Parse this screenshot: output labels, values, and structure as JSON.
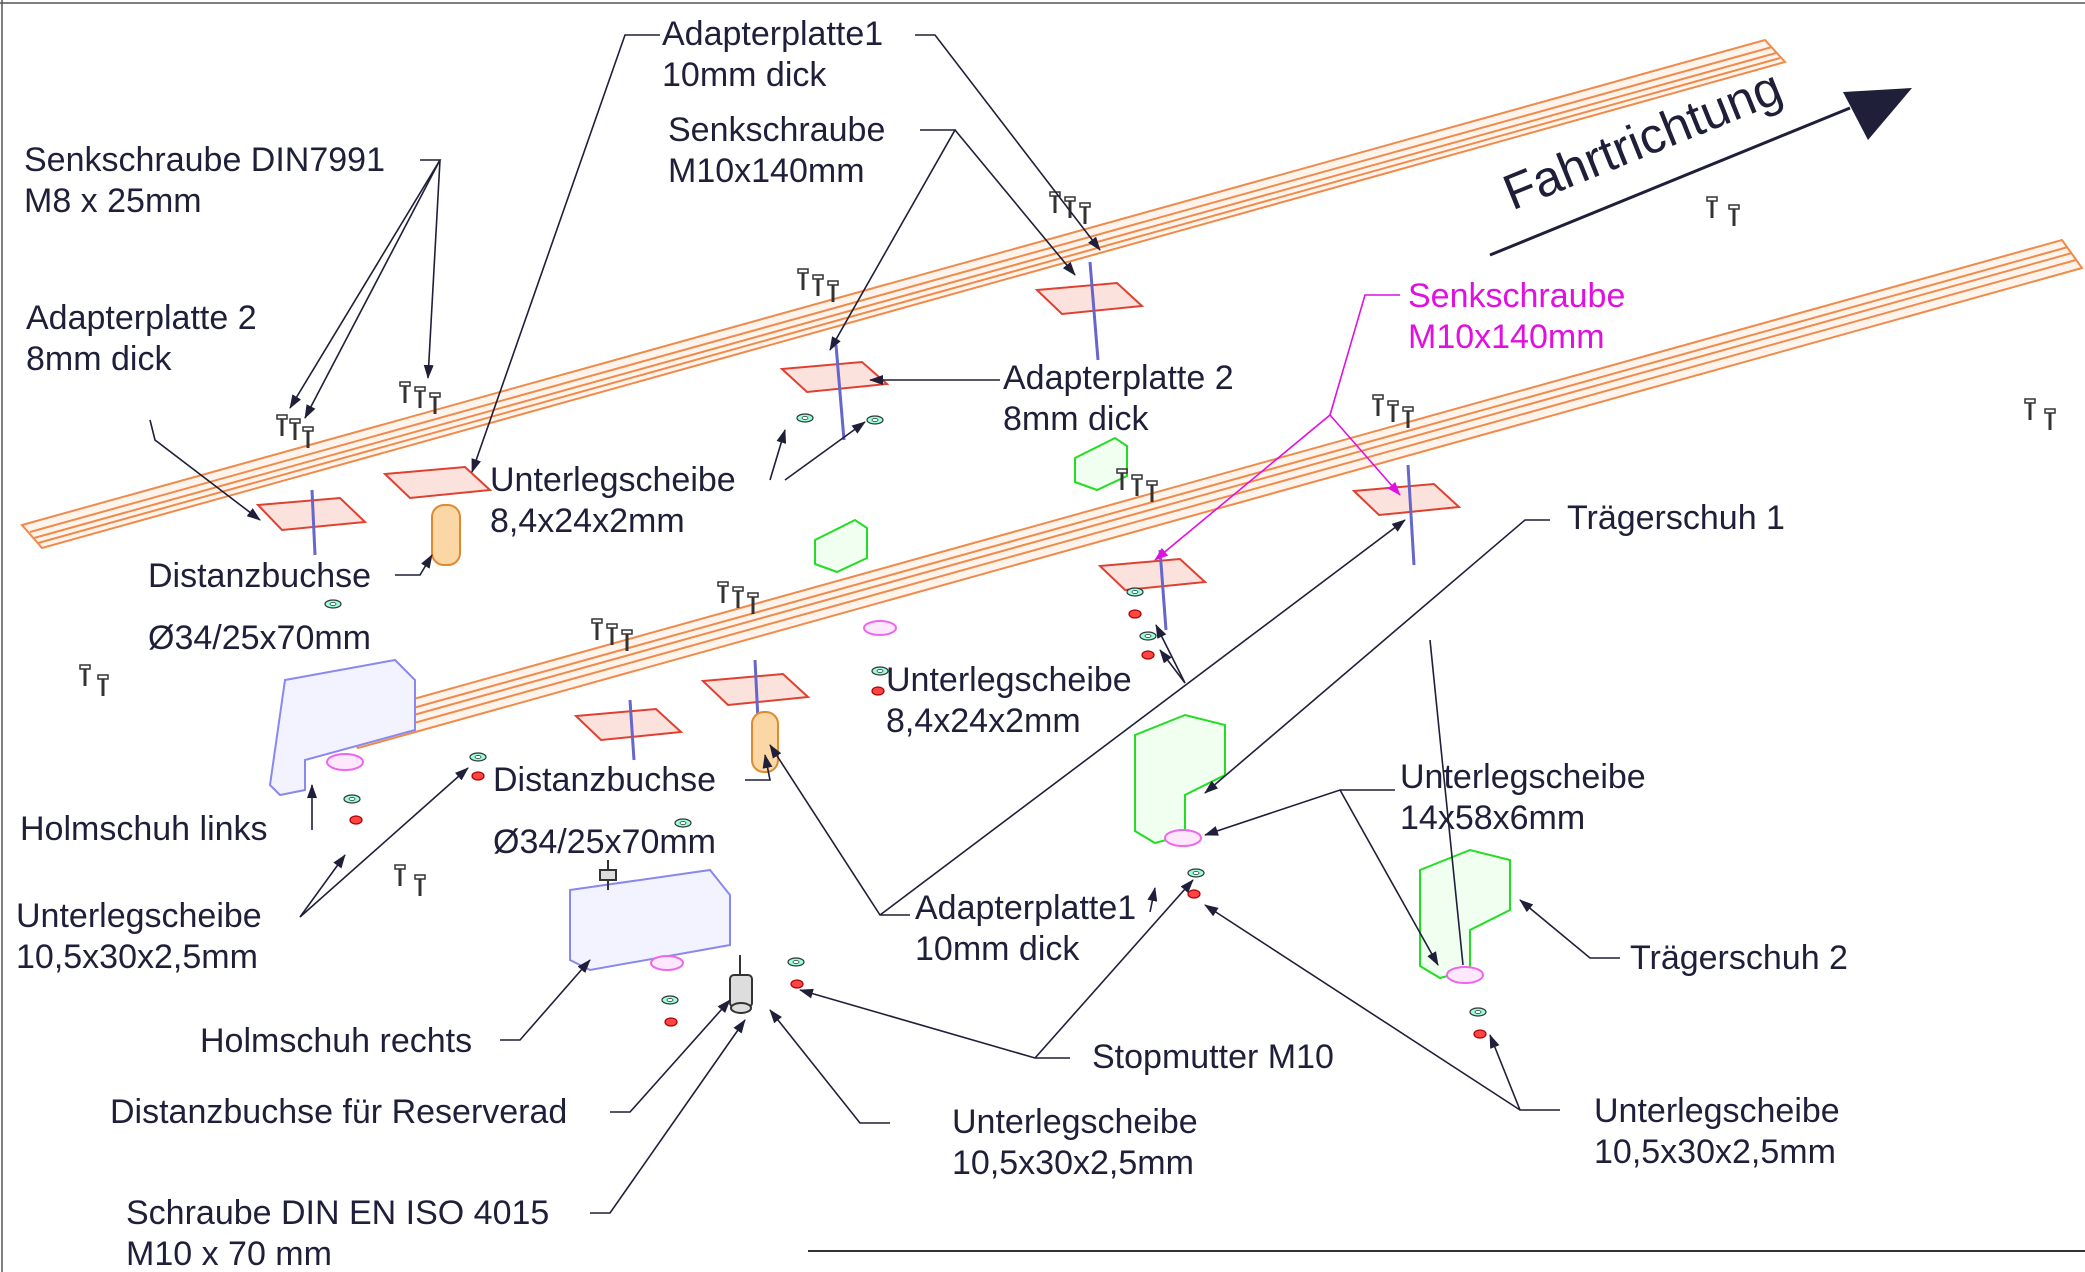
{
  "direction_label": "Fahrtrichtung",
  "colors": {
    "line": "#1f1f3a",
    "rail": "#f08a4b",
    "plate": "#e04030",
    "shoe_green": "#22dd22",
    "shoe_blue": "#8888ee",
    "washer_pink": "#ee66ee",
    "nut_red": "#e02020",
    "highlight": "#e010e0"
  },
  "callouts": [
    {
      "id": "senkschraube-din7991",
      "lines": [
        "Senkschraube DIN7991",
        "M8 x 25mm"
      ]
    },
    {
      "id": "adapterplatte2-top-left",
      "lines": [
        "Adapterplatte 2",
        "8mm dick"
      ]
    },
    {
      "id": "adapterplatte1-top",
      "lines": [
        "Adapterplatte1",
        "10mm dick"
      ]
    },
    {
      "id": "senkschraube-m10-top",
      "lines": [
        "Senkschraube",
        "M10x140mm"
      ]
    },
    {
      "id": "senkschraube-m10-highlight",
      "lines": [
        "Senkschraube",
        "M10x140mm"
      ]
    },
    {
      "id": "adapterplatte2-mid",
      "lines": [
        "Adapterplatte 2",
        "8mm dick"
      ]
    },
    {
      "id": "unterlegscheibe-84-top",
      "lines": [
        "Unterlegscheibe",
        "8,4x24x2mm"
      ]
    },
    {
      "id": "distanzbuchse-left",
      "lines": [
        "Distanzbuchse"
      ]
    },
    {
      "id": "distanzbuchse-left-dim",
      "lines": [
        "Ø34/25x70mm"
      ]
    },
    {
      "id": "traegerschuh1",
      "lines": [
        "Trägerschuh 1"
      ]
    },
    {
      "id": "unterlegscheibe-84-mid",
      "lines": [
        "Unterlegscheibe",
        "8,4x24x2mm"
      ]
    },
    {
      "id": "distanzbuchse-mid",
      "lines": [
        "Distanzbuchse"
      ]
    },
    {
      "id": "distanzbuchse-mid-dim",
      "lines": [
        "Ø34/25x70mm"
      ]
    },
    {
      "id": "holmschuh-links",
      "lines": [
        "Holmschuh links"
      ]
    },
    {
      "id": "unterlegscheibe-14",
      "lines": [
        "Unterlegscheibe",
        "14x58x6mm"
      ]
    },
    {
      "id": "unterlegscheibe-105-left",
      "lines": [
        "Unterlegscheibe",
        "10,5x30x2,5mm"
      ]
    },
    {
      "id": "adapterplatte1-bottom",
      "lines": [
        "Adapterplatte1",
        "10mm dick"
      ]
    },
    {
      "id": "traegerschuh2",
      "lines": [
        "Trägerschuh 2"
      ]
    },
    {
      "id": "holmschuh-rechts",
      "lines": [
        "Holmschuh rechts"
      ]
    },
    {
      "id": "stopmutter",
      "lines": [
        "Stopmutter M10"
      ]
    },
    {
      "id": "distanzbuchse-reserverad",
      "lines": [
        "Distanzbuchse für Reserverad"
      ]
    },
    {
      "id": "unterlegscheibe-105-bottom",
      "lines": [
        "Unterlegscheibe",
        "10,5x30x2,5mm"
      ]
    },
    {
      "id": "unterlegscheibe-105-right",
      "lines": [
        "Unterlegscheibe",
        "10,5x30x2,5mm"
      ]
    },
    {
      "id": "schraube-iso4015",
      "lines": [
        "Schraube DIN EN ISO 4015",
        "M10 x 70 mm"
      ]
    }
  ]
}
